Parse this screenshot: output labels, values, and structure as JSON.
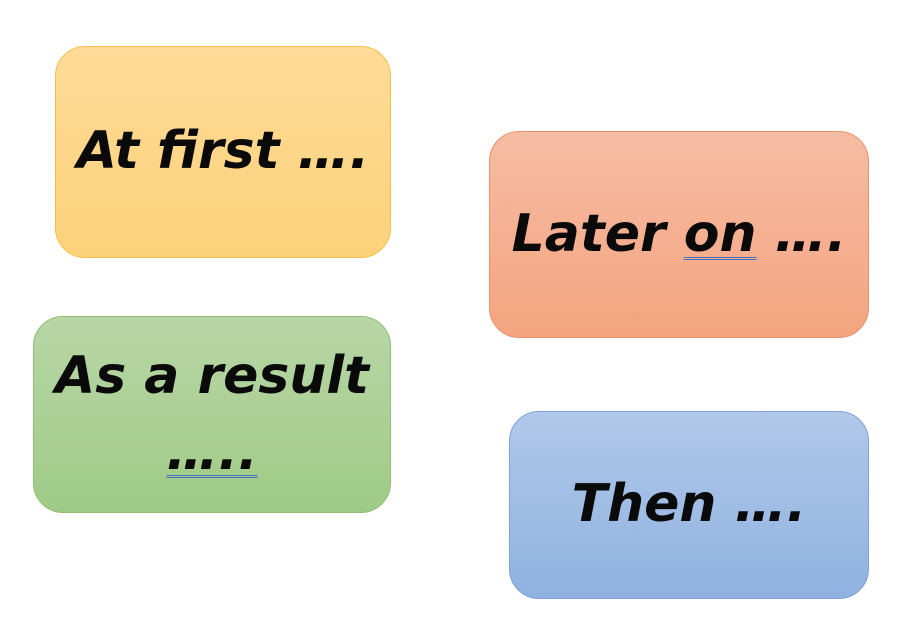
{
  "cards": {
    "at_first": {
      "text": "At first …."
    },
    "later_on": {
      "word1": "Later",
      "word2": "on",
      "suffix": "…."
    },
    "as_a_result": {
      "line1": "As a result",
      "line2": "….."
    },
    "then": {
      "text": "Then …."
    }
  },
  "colors": {
    "at_first": "#fdd17b",
    "later_on": "#f4a47f",
    "as_a_result": "#9fcb85",
    "then": "#8fb2e1",
    "text": "#0a0a0a",
    "spellcheck_underline": "#4a72c4"
  }
}
